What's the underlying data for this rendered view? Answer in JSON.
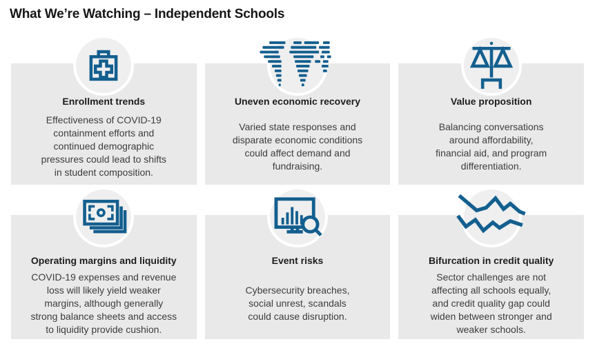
{
  "page": {
    "title": "What We’re Watching – Independent Schools"
  },
  "colors": {
    "accent_blue": "#135f8f",
    "card_background": "#e9e9e9",
    "circle_background": "#efefef",
    "title_text": "#161616",
    "body_text": "#3c3c3c"
  },
  "cards": [
    {
      "icon": "first-aid-kit-icon",
      "heading": "Enrollment trends",
      "body": "Effectiveness of COVID-19\ncontainment efforts and\ncontinued demographic\npressures could lead to shifts\nin student composition."
    },
    {
      "icon": "world-map-icon",
      "heading": "Uneven economic recovery",
      "body": "Varied state responses and\ndisparate economic conditions\ncould affect demand and\nfundraising."
    },
    {
      "icon": "balance-scale-icon",
      "heading": "Value proposition",
      "body": "Balancing conversations\naround affordability,\nfinancial aid, and program\ndifferentiation."
    },
    {
      "icon": "money-icon",
      "heading": "Operating margins and liquidity",
      "body": "COVID-19 expenses and revenue\nloss will likely yield weaker\nmargins, although generally\nstrong balance sheets and access\nto liquidity provide cushion."
    },
    {
      "icon": "monitor-search-icon",
      "heading": "Event risks",
      "body": "Cybersecurity breaches,\nsocial unrest, scandals\ncould cause disruption."
    },
    {
      "icon": "line-chart-icon",
      "heading": "Bifurcation in credit quality",
      "body": "Sector challenges are not\naffecting all schools equally,\nand credit quality gap could\nwiden between stronger and\nweaker schools."
    }
  ]
}
